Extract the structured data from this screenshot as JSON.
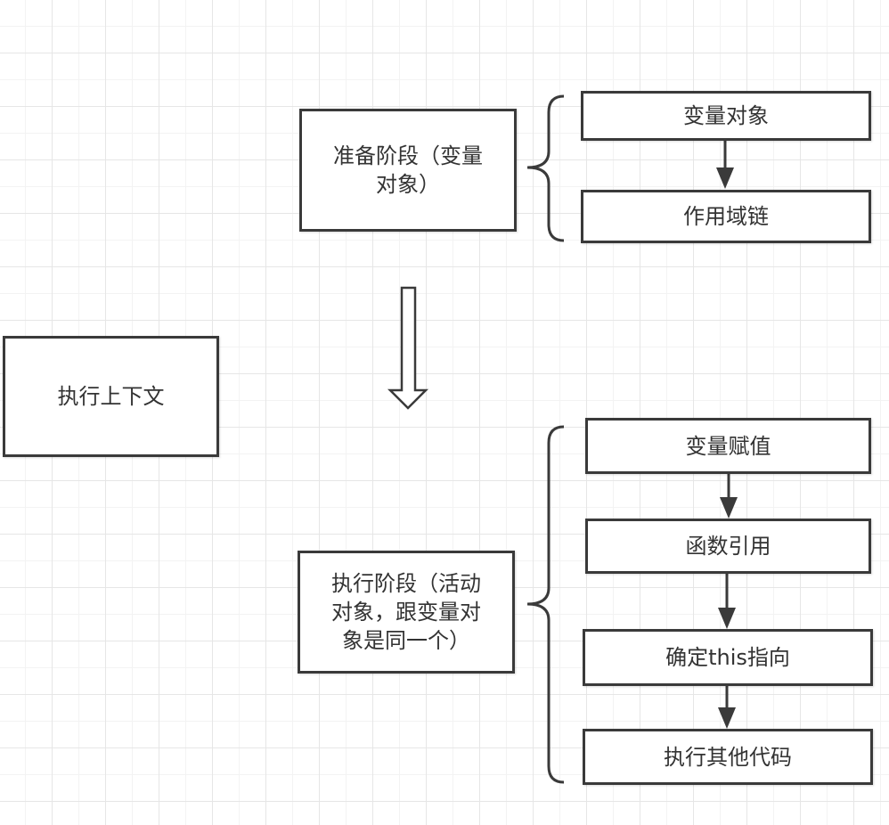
{
  "root": {
    "label": "执行上下文"
  },
  "prepare_phase": {
    "label_line1": "准备阶段（变量",
    "label_line2": "对象）",
    "steps": [
      "变量对象",
      "作用域链"
    ]
  },
  "execute_phase": {
    "label_line1": "执行阶段（活动",
    "label_line2": "对象，跟变量对",
    "label_line3": "象是同一个）",
    "steps": [
      "变量赋值",
      "函数引用",
      "确定this指向",
      "执行其他代码"
    ]
  }
}
